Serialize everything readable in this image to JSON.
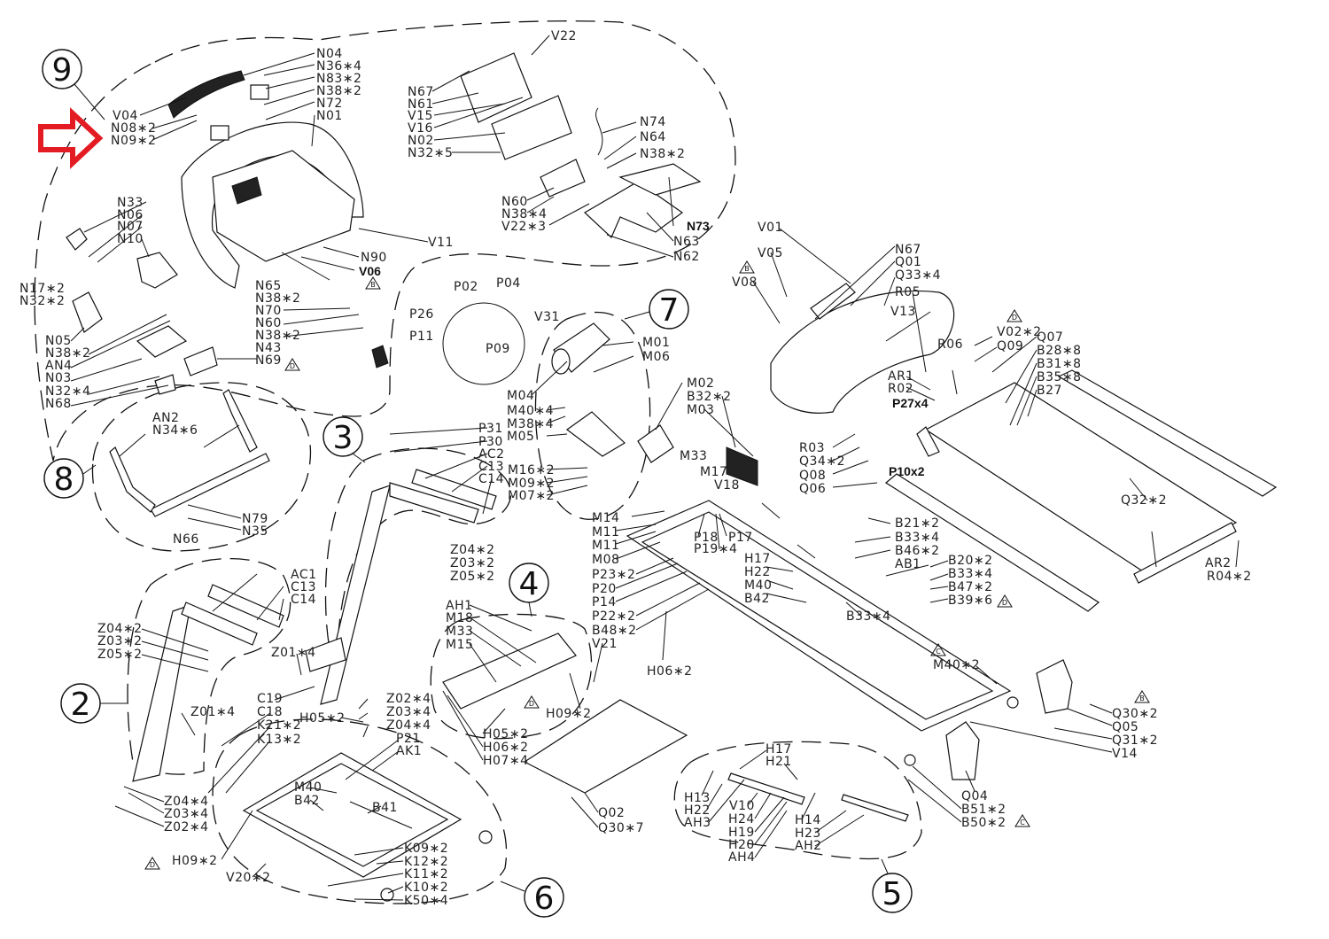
{
  "diagram": {
    "title": "Treadmill exploded parts diagram",
    "highlight_color": "#e31b23",
    "highlight_target": "N09*2",
    "groups": [
      {
        "number": "9",
        "labels": [
          "N04",
          "N36*4",
          "N83*2",
          "N38*2",
          "N72",
          "N01",
          "V04",
          "N08*2",
          "N09*2",
          "N33",
          "N06",
          "N07",
          "N10",
          "N17*2",
          "N32*2",
          "N05",
          "N38*2",
          "AN4",
          "N03",
          "N32*4",
          "N68",
          "N90",
          "V06",
          "N65",
          "N38*2",
          "N70",
          "N60",
          "N38*2",
          "N43",
          "N69",
          "V11",
          "N67",
          "N61",
          "V15",
          "V16",
          "N02",
          "N32*5",
          "V22",
          "N74",
          "N64",
          "N38*2",
          "N60",
          "N38*4",
          "V22*3",
          "N73",
          "N63",
          "N62"
        ]
      },
      {
        "number": "8",
        "labels": [
          "AN2",
          "N34*6",
          "N79",
          "N35",
          "N66"
        ]
      },
      {
        "number": "7",
        "labels": [
          "M01",
          "M06",
          "M04",
          "M40*4",
          "M38*4",
          "M05",
          "M16*2",
          "M09*2",
          "M07*2"
        ]
      },
      {
        "number": "3",
        "labels": [
          "P31",
          "P30",
          "AC2",
          "C13",
          "C14",
          "Z04*2",
          "Z03*2",
          "Z05*2"
        ]
      },
      {
        "number": "2",
        "labels": [
          "AC1",
          "C13",
          "C14",
          "Z04*2",
          "Z03*2",
          "Z05*2",
          "Z01*4",
          "Z01*4",
          "C19",
          "C18",
          "K21*2",
          "K13*2",
          "Z04*4",
          "Z03*4",
          "Z02*4"
        ]
      },
      {
        "number": "4",
        "labels": [
          "AH1",
          "M18",
          "M33",
          "M15",
          "H09*2",
          "H05*2",
          "H06*2",
          "H07*4"
        ]
      },
      {
        "number": "6",
        "labels": [
          "Z02*4",
          "Z03*4",
          "Z04*4",
          "P21",
          "AK1",
          "H05*2",
          "M40",
          "B42",
          "B41",
          "H09*2",
          "V20*2",
          "K09*2",
          "K12*2",
          "K11*2",
          "K10*2",
          "K50*4"
        ]
      },
      {
        "number": "5",
        "labels": [
          "H17",
          "H21",
          "H13",
          "H22",
          "AH3",
          "V10",
          "H24",
          "H19",
          "H20",
          "AH4",
          "H14",
          "H23",
          "AH2"
        ]
      }
    ],
    "labels": {
      "n04": "N04",
      "n36x4": "N36∗4",
      "n83x2": "N83∗2",
      "n38x2_a": "N38∗2",
      "n72": "N72",
      "n01": "N01",
      "v04": "V04",
      "n08x2": "N08∗2",
      "n09x2": "N09∗2",
      "n67_a": "N67",
      "n61": "N61",
      "v15": "V15",
      "v16": "V16",
      "n02": "N02",
      "n32x5": "N32∗5",
      "v22": "V22",
      "n74": "N74",
      "n64": "N64",
      "n38x2_b": "N38∗2",
      "n60_a": "N60",
      "n38x4": "N38∗4",
      "v22x3": "V22∗3",
      "n73": "N73",
      "n63": "N63",
      "n62": "N62",
      "n33": "N33",
      "n06": "N06",
      "n07": "N07",
      "n10": "N10",
      "n17x2": "N17∗2",
      "n32x2": "N32∗2",
      "n05": "N05",
      "n38x2_c": "N38∗2",
      "an4": "AN4",
      "n03": "N03",
      "n32x4": "N32∗4",
      "n68": "N68",
      "v11": "V11",
      "n90": "N90",
      "v06": "V06",
      "n65": "N65",
      "n38x2_d": "N38∗2",
      "n70": "N70",
      "n60_b": "N60",
      "n38x2_e": "N38∗2",
      "n43": "N43",
      "n69": "N69",
      "an2": "AN2",
      "n34x6": "N34∗6",
      "n79": "N79",
      "n35": "N35",
      "n66": "N66",
      "p02": "P02",
      "p04": "P04",
      "p26": "P26",
      "p11": "P11",
      "p09": "P09",
      "v31": "V31",
      "m01": "M01",
      "m06": "M06",
      "m04": "M04",
      "m40x4": "M40∗4",
      "m38x4": "M38∗4",
      "m05": "M05",
      "m16x2": "M16∗2",
      "m09x2": "M09∗2",
      "m07x2": "M07∗2",
      "m02": "M02",
      "b32x2": "B32∗2",
      "m03": "M03",
      "m33_a": "M33",
      "m17": "M17",
      "v18": "V18",
      "p31": "P31",
      "p30": "P30",
      "ac2": "AC2",
      "c13_a": "C13",
      "c14_a": "C14",
      "z04x2_a": "Z04∗2",
      "z03x2_a": "Z03∗2",
      "z05x2_a": "Z05∗2",
      "m14": "M14",
      "m11_a": "M11",
      "m11_b": "M11",
      "m08": "M08",
      "p23x2": "P23∗2",
      "p20": "P20",
      "p14": "P14",
      "p22x2": "P22∗2",
      "b48x2": "B48∗2",
      "v21": "V21",
      "p18": "P18",
      "p19x4": "P19∗4",
      "p17": "P17",
      "h06x2_a": "H06∗2",
      "v01": "V01",
      "v05": "V05",
      "v08": "V08",
      "n67_b": "N67",
      "q01": "Q01",
      "q33x4": "Q33∗4",
      "r05": "R05",
      "v13": "V13",
      "r06": "R06",
      "v02x2": "V02∗2",
      "q09": "Q09",
      "q07": "Q07",
      "b28x8": "B28∗8",
      "b31x8": "B31∗8",
      "b35x8": "B35∗8",
      "b27": "B27",
      "ar1": "AR1",
      "r02": "R02",
      "p27x4": "P27x4",
      "r03": "R03",
      "q34x2": "Q34∗2",
      "q08": "Q08",
      "q06": "Q06",
      "p10x2": "P10x2",
      "q32x2": "Q32∗2",
      "ar2": "AR2",
      "r04x2": "R04∗2",
      "b21x2": "B21∗2",
      "b33x4_a": "B33∗4",
      "b46x2": "B46∗2",
      "ab1": "AB1",
      "b20x2": "B20∗2",
      "b33x4_b": "B33∗4",
      "b47x2": "B47∗2",
      "b39x6": "B39∗6",
      "b33x4_c": "B33∗4",
      "h17_a": "H17",
      "h22_a": "H22",
      "m40_a": "M40",
      "b42_a": "B42",
      "m40x2": "M40∗2",
      "q30x2": "Q30∗2",
      "q05": "Q05",
      "q31x2": "Q31∗2",
      "v14": "V14",
      "q04": "Q04",
      "b51x2": "B51∗2",
      "b50x2": "B50∗2",
      "ac1": "AC1",
      "c13_b": "C13",
      "c14_b": "C14",
      "z04x2_b": "Z04∗2",
      "z03x2_b": "Z03∗2",
      "z05x2_b": "Z05∗2",
      "z01x4_a": "Z01∗4",
      "z01x4_b": "Z01∗4",
      "c19": "C19",
      "c18": "C18",
      "k21x2": "K21∗2",
      "k13x2": "K13∗2",
      "h05x2_a": "H05∗2",
      "z02x4_a": "Z02∗4",
      "z03x4_a": "Z03∗4",
      "z04x4_a": "Z04∗4",
      "p21": "P21",
      "ak1": "AK1",
      "z04x4_b": "Z04∗4",
      "z03x4_b": "Z03∗4",
      "z02x4_b": "Z02∗4",
      "m40_b": "M40",
      "b42_b": "B42",
      "b41": "B41",
      "h09x2_a": "H09∗2",
      "v20x2": "V20∗2",
      "k09x2": "K09∗2",
      "k12x2": "K12∗2",
      "k11x2": "K11∗2",
      "k10x2": "K10∗2",
      "k50x4": "K50∗4",
      "ah1": "AH1",
      "m18": "M18",
      "m33_b": "M33",
      "m15": "M15",
      "h09x2_b": "H09∗2",
      "h05x2_b": "H05∗2",
      "h06x2_b": "H06∗2",
      "h07x4": "H07∗4",
      "q02": "Q02",
      "q30x7": "Q30∗7",
      "h17_b": "H17",
      "h21": "H21",
      "h13": "H13",
      "h22_b": "H22",
      "ah3": "AH3",
      "v10": "V10",
      "h24": "H24",
      "h19": "H19",
      "h20": "H20",
      "ah4": "AH4",
      "h14": "H14",
      "h23": "H23",
      "ah2": "AH2"
    },
    "group_numbers": {
      "g9": "9",
      "g8": "8",
      "g7": "7",
      "g3": "3",
      "g2": "2",
      "g4": "4",
      "g6": "6",
      "g5": "5"
    },
    "warning_marks": {
      "b": "B",
      "d": "D",
      "c": "C"
    }
  }
}
